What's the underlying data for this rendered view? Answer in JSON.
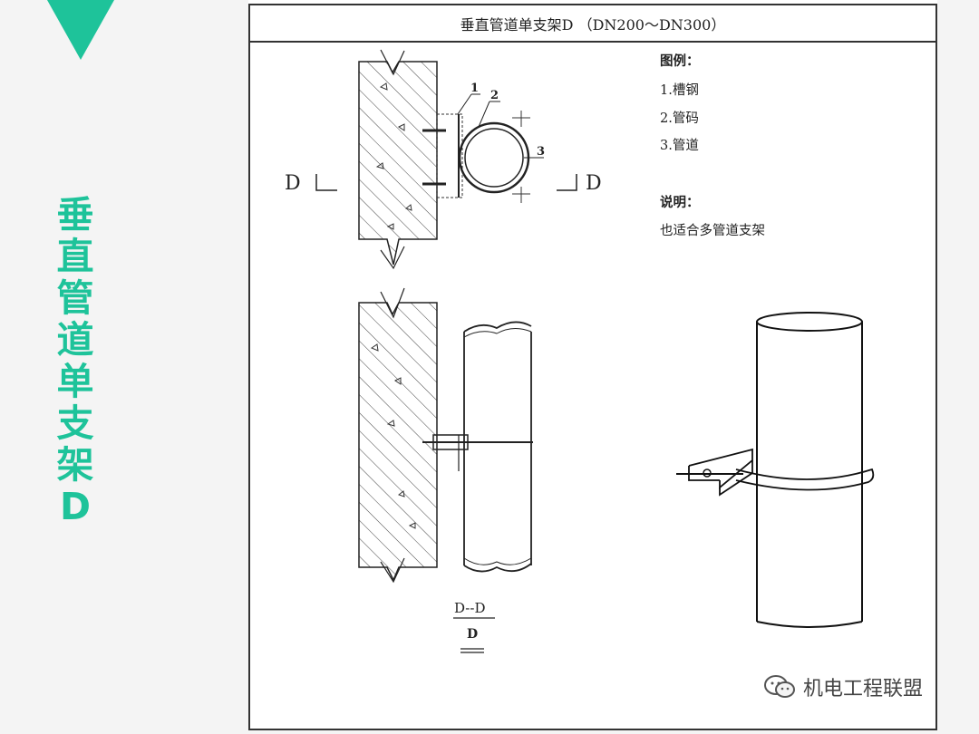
{
  "side_title": "垂直管道单支架D",
  "sheet": {
    "title": "垂直管道单支架D （DN200～DN300）"
  },
  "legend": {
    "heading": "图例：",
    "items": [
      "1.槽钢",
      "2.管码",
      "3.管道"
    ],
    "note_heading": "说明：",
    "note": "也适合多管道支架"
  },
  "plan_view": {
    "section_mark_left": "D",
    "section_mark_right": "D",
    "callouts": [
      "1",
      "2",
      "3"
    ]
  },
  "section_view": {
    "label_top": "D--D",
    "label_bottom": "D"
  },
  "watermark": {
    "text": "机电工程联盟",
    "icon": "wechat-icon"
  },
  "colors": {
    "accent": "#1ec39a",
    "line": "#333333"
  }
}
